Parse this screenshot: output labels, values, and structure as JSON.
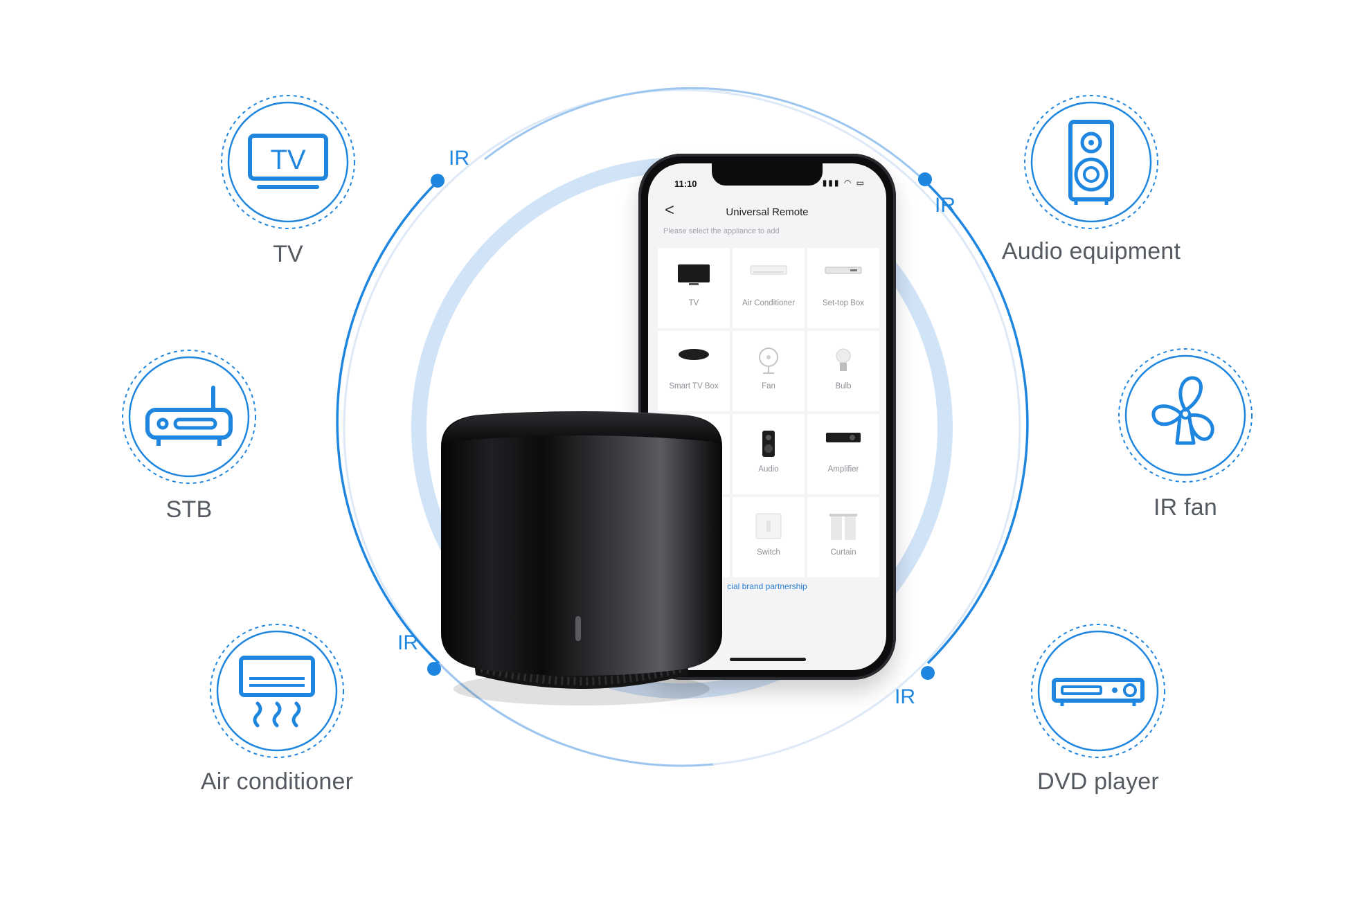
{
  "devices": {
    "tv": {
      "label": "TV",
      "icon": "tv-icon",
      "icon_text": "TV"
    },
    "stb": {
      "label": "STB",
      "icon": "router-icon"
    },
    "air_conditioner": {
      "label": "Air conditioner",
      "icon": "air-conditioner-icon"
    },
    "audio": {
      "label": "Audio equipment",
      "icon": "speaker-icon"
    },
    "fan": {
      "label": "IR fan",
      "icon": "fan-icon"
    },
    "dvd": {
      "label": "DVD player",
      "icon": "dvd-player-icon"
    }
  },
  "ir_labels": [
    "IR",
    "IR",
    "IR",
    "IR"
  ],
  "phone": {
    "time": "11:10",
    "title": "Universal Remote",
    "back": "<",
    "hint": "Please select the appliance to add",
    "tiles": [
      {
        "label": "TV",
        "icon": "tv-icon"
      },
      {
        "label": "Air Conditioner",
        "icon": "air-conditioner-icon"
      },
      {
        "label": "Set-top Box",
        "icon": "set-top-box-icon"
      },
      {
        "label": "Smart TV Box",
        "icon": "smart-tv-box-icon"
      },
      {
        "label": "Fan",
        "icon": "fan-icon"
      },
      {
        "label": "Bulb",
        "icon": "bulb-icon"
      },
      {
        "label": "",
        "icon": ""
      },
      {
        "label": "Audio",
        "icon": "audio-icon"
      },
      {
        "label": "Amplifier",
        "icon": "amplifier-icon"
      },
      {
        "label": "",
        "icon": ""
      },
      {
        "label": "Switch",
        "icon": "switch-icon"
      },
      {
        "label": "Curtain",
        "icon": "curtain-icon"
      }
    ],
    "brand_link": "cial brand partnership"
  },
  "colors": {
    "accent": "#1f86e0",
    "ring_light": "#cfe2f8",
    "label_gray": "#555a60"
  }
}
